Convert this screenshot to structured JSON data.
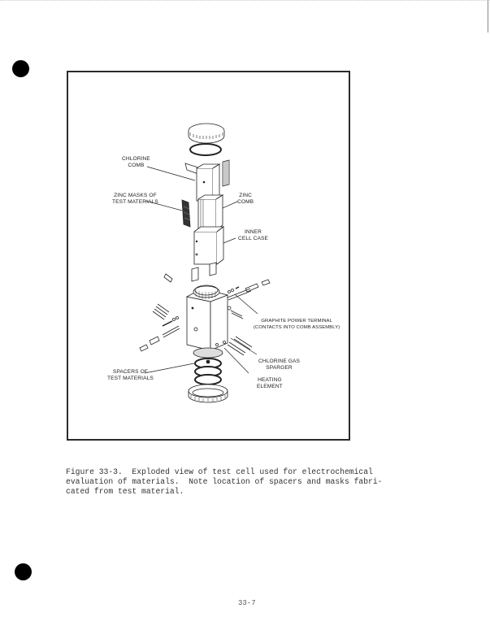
{
  "page": {
    "page_number": "33-7",
    "punch_holes": 2
  },
  "figure": {
    "labels": {
      "chlorine_comb": "CHLORINE\nCOMB",
      "zinc_masks": "ZINC MASKS OF\nTEST MATERIALS",
      "zinc_comb": "ZINC\nCOMB",
      "inner_cell_case": "INNER\nCELL CASE",
      "graphite_power_terminal": "GRAPHITE POWER TERMINAL\n(CONTACTS INTO COMB ASSEMBLY)",
      "chlorine_gas_sparger": "CHLORINE GAS\nSPARGER",
      "spacers": "SPACERS OF\nTEST MATERIALS",
      "heating_element": "HEATING\nELEMENT"
    },
    "caption": "Figure 33-3.  Exploded view of test cell used for electrochemical\nevaluation of materials.  Note location of spacers and masks fabri-\ncated from test material."
  }
}
